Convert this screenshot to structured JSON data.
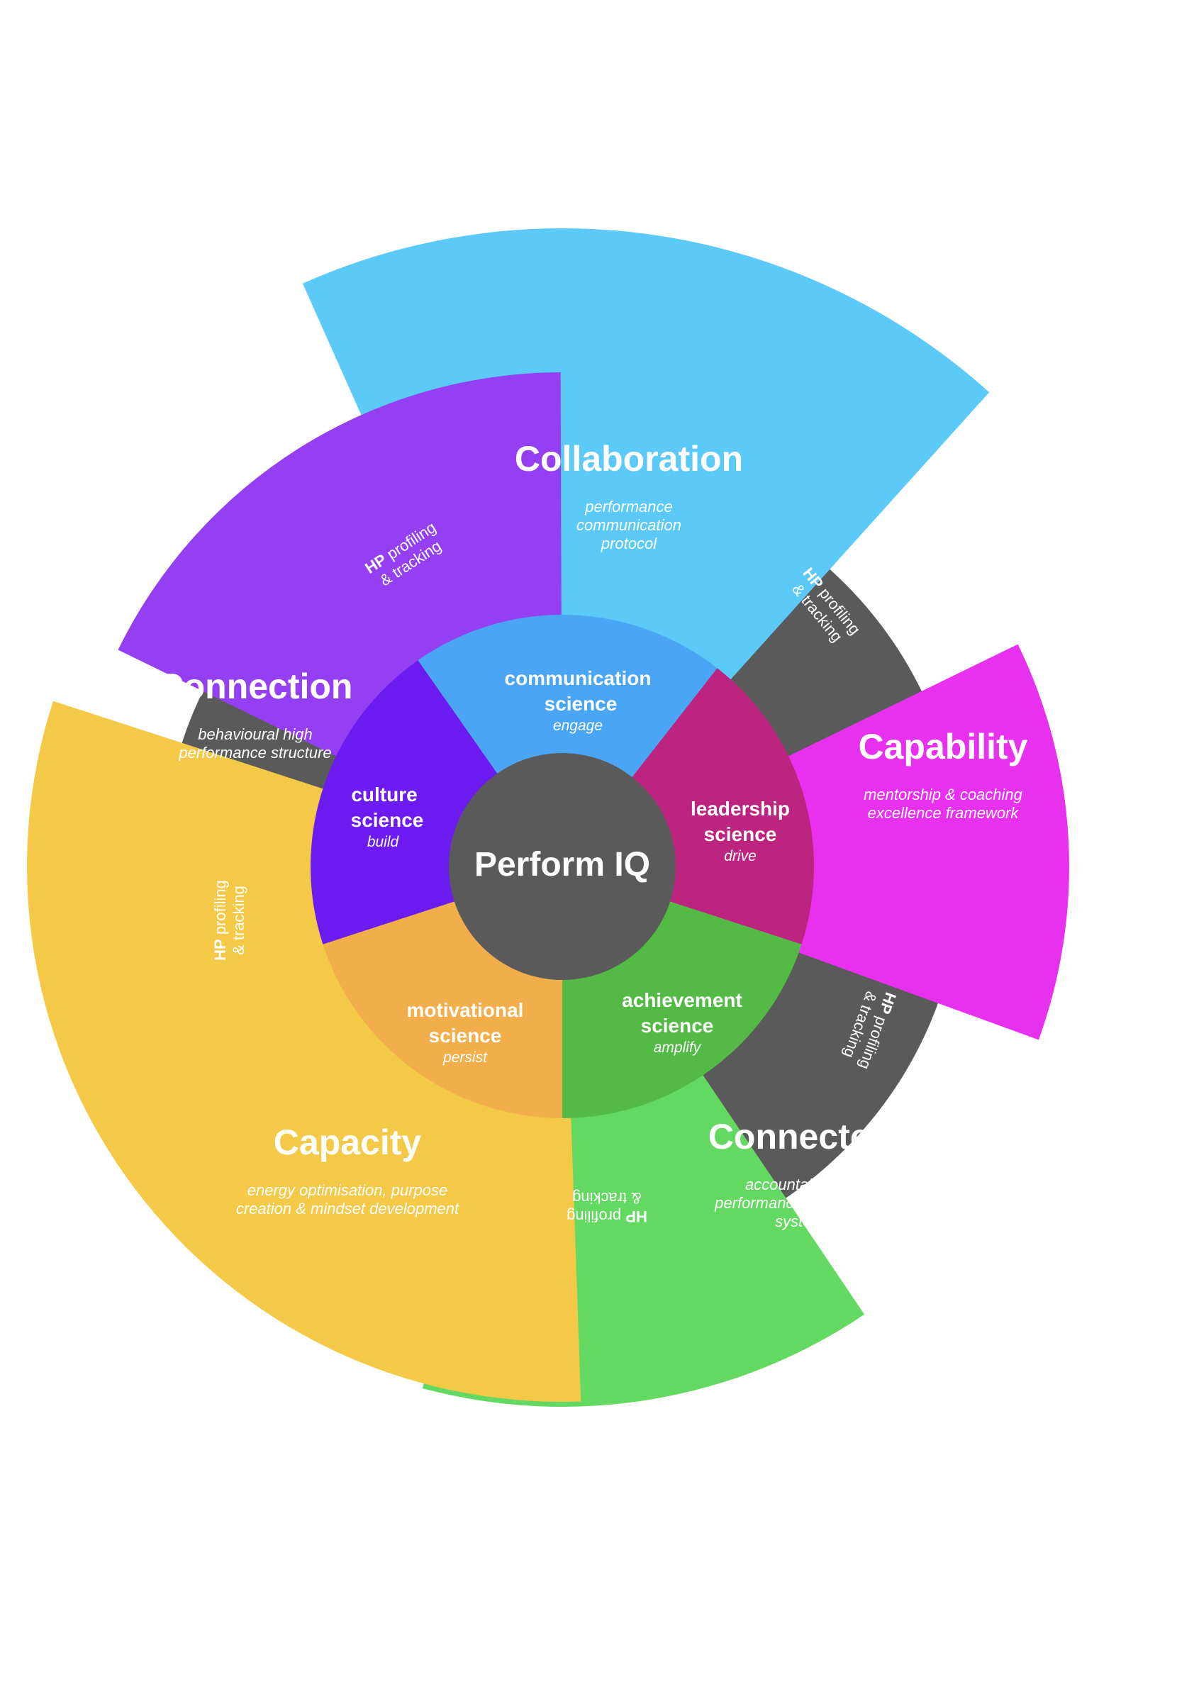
{
  "center": {
    "label": "Perform IQ",
    "color": "#5a5a5a"
  },
  "gap_ring": {
    "color": "#5a5a5a",
    "bold": "HP",
    "line1_rest": " profiling",
    "line2": "& tracking"
  },
  "sectors": [
    {
      "key": "collaboration",
      "title": "Collaboration",
      "description": [
        "performance",
        "communication",
        "protocol"
      ],
      "outer_color": "#5ccaf8",
      "science": [
        "communication",
        "science"
      ],
      "verb": "engage",
      "inner_color": "#4aa6f4"
    },
    {
      "key": "capability",
      "title": "Capability",
      "description": [
        "mentorship & coaching",
        "excellence framework"
      ],
      "outer_color": "#e830ef",
      "science": [
        "leadership",
        "science"
      ],
      "verb": "drive",
      "inner_color": "#bd247f"
    },
    {
      "key": "connected",
      "title": "Connected",
      "description": [
        "accountability &",
        "performance diagnostics",
        "system"
      ],
      "outer_color": "#64d962",
      "science": [
        "achievement",
        "science"
      ],
      "verb": "amplify",
      "inner_color": "#54ba46"
    },
    {
      "key": "capacity",
      "title": "Capacity",
      "description": [
        "energy optimisation, purpose",
        "creation & mindset development"
      ],
      "outer_color": "#f4c948",
      "science": [
        "motivational",
        "science"
      ],
      "verb": "persist",
      "inner_color": "#f2ae4a"
    },
    {
      "key": "connection",
      "title": "Connection",
      "description": [
        "behavioural high",
        "performance structure"
      ],
      "outer_color": "#9440f2",
      "science": [
        "culture",
        "science"
      ],
      "verb": "build",
      "inner_color": "#6c1cf0"
    }
  ]
}
